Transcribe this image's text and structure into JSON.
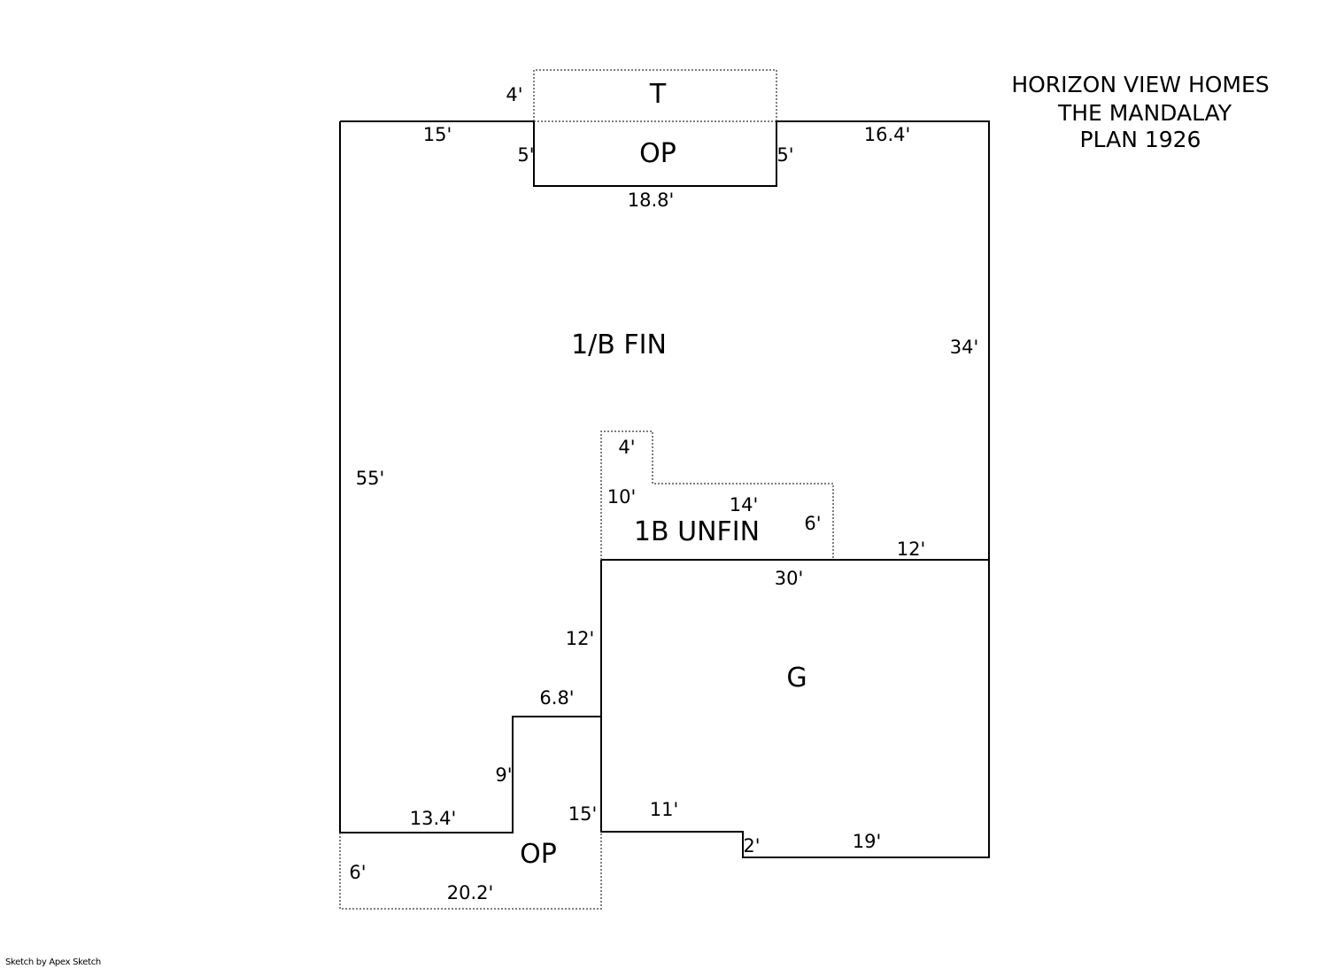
{
  "title": {
    "line1": "HORIZON VIEW HOMES",
    "line2": "THE MANDALAY",
    "line3": "PLAN 1926"
  },
  "rooms": {
    "terrace": "T",
    "op_top": "OP",
    "main": "1/B FIN",
    "unfin": "1B UNFIN",
    "garage": "G",
    "op_bottom": "OP"
  },
  "dims": {
    "t_side": "4'",
    "top_left": "15'",
    "op_left": "5'",
    "op_right": "5'",
    "top_right": "16.4'",
    "op_bottom": "18.8'",
    "right_upper": "34'",
    "left": "55'",
    "unfin_top": "4'",
    "unfin_left": "10'",
    "unfin_mid": "14'",
    "unfin_right": "6'",
    "right_step": "12'",
    "garage_top": "30'",
    "garage_left": "12'",
    "porch_top": "6.8'",
    "porch_side": "9'",
    "bottom_left": "13.4'",
    "garage_left_lower": "15'",
    "garage_bottom_left": "11'",
    "garage_step": "2'",
    "garage_bottom": "19'",
    "porch_depth": "6'",
    "porch_width": "20.2'"
  },
  "footer": "Sketch by Apex Sketch"
}
